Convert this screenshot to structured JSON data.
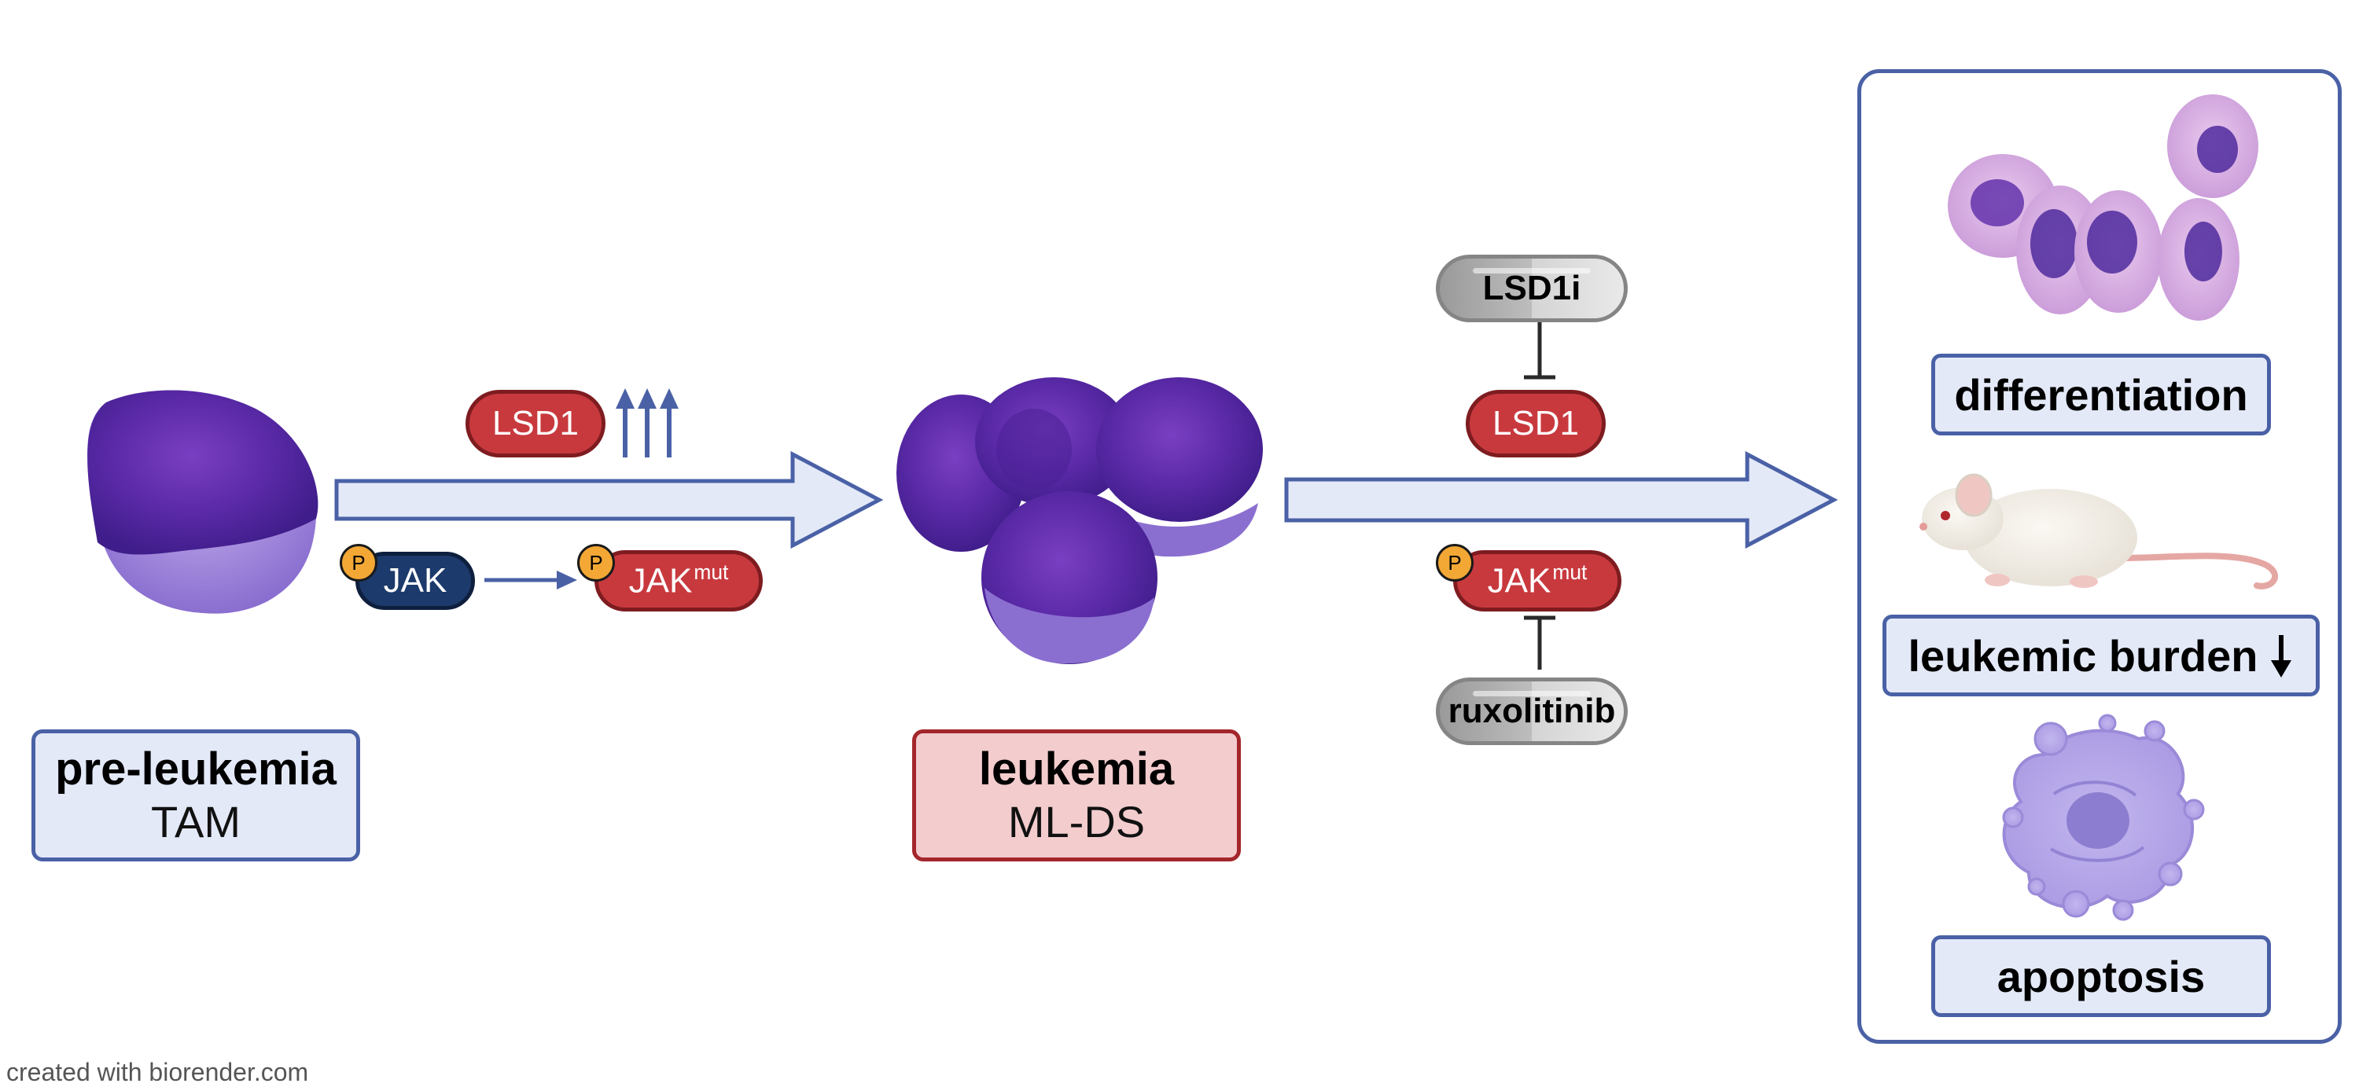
{
  "stages": {
    "pre_leukemia": {
      "title": "pre-leukemia",
      "subtitle": "TAM"
    },
    "leukemia": {
      "title": "leukemia",
      "subtitle": "ML-DS"
    }
  },
  "molecules": {
    "lsd1": "LSD1",
    "jak": "JAK",
    "jak_mut_base": "JAK",
    "jak_mut_sup": "mut",
    "phospho": "P"
  },
  "drugs": {
    "lsd1i": "LSD1i",
    "ruxolitinib": "ruxolitinib"
  },
  "outcomes": {
    "differentiation": "differentiation",
    "leukemic_burden": "leukemic burden",
    "apoptosis": "apoptosis"
  },
  "credit": "created with biorender.com",
  "colors": {
    "arrow_fill": "#e4e9f8",
    "arrow_stroke": "#4a61a6",
    "cell_purple": "#5b2aa8",
    "lsd1_red": "#c8393e",
    "jak_navy": "#1c3a6b",
    "phospho_orange": "#f3a836"
  }
}
